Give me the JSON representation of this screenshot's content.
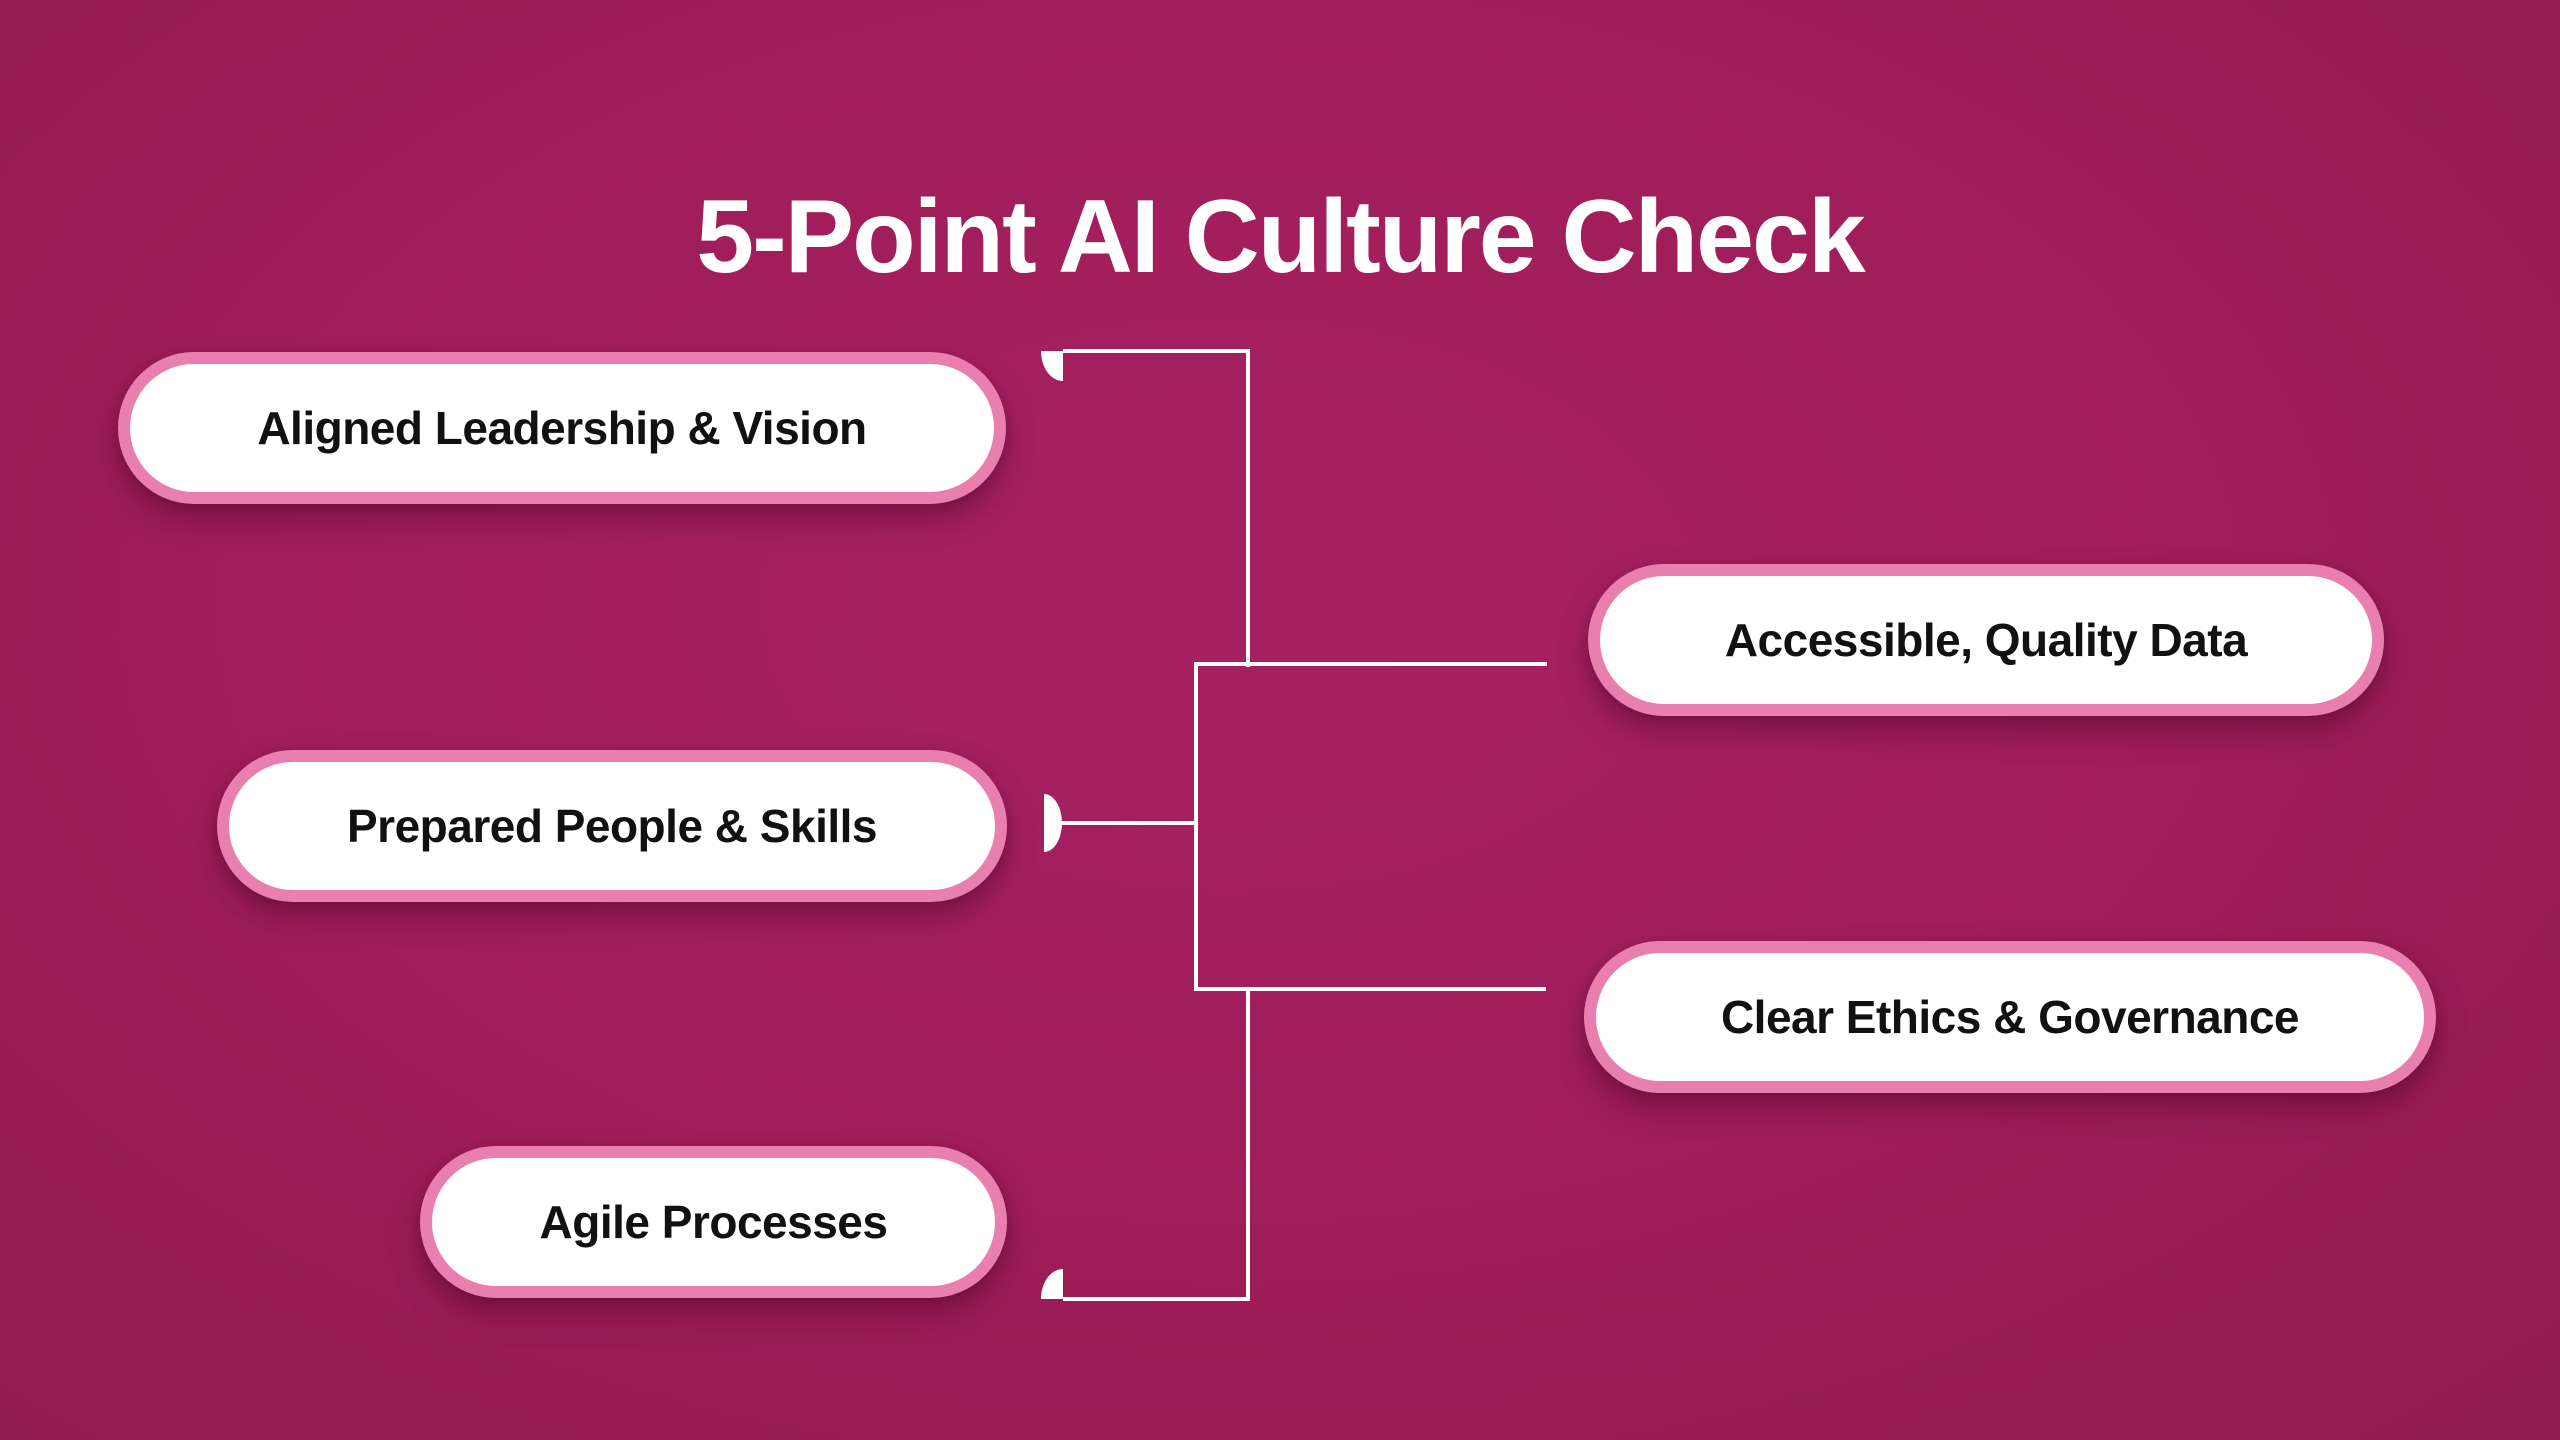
{
  "title": "5-Point AI Culture Check",
  "diagram": {
    "type": "mindmap",
    "nodes": [
      {
        "id": "aligned-leadership-vision",
        "label": "Aligned Leadership & Vision",
        "side": "left",
        "row": "top"
      },
      {
        "id": "prepared-people-skills",
        "label": "Prepared People & Skills",
        "side": "left",
        "row": "middle"
      },
      {
        "id": "agile-processes",
        "label": "Agile Processes",
        "side": "left",
        "row": "bottom"
      },
      {
        "id": "accessible-quality-data",
        "label": "Accessible, Quality Data",
        "side": "right",
        "row": "upper"
      },
      {
        "id": "clear-ethics-governance",
        "label": "Clear Ethics & Governance",
        "side": "right",
        "row": "lower"
      }
    ]
  },
  "colors": {
    "background": "#9f1d59",
    "background_light": "#a62161",
    "background_dark": "#931a50",
    "node_fill": "#ffffff",
    "node_border": "#e87fae",
    "node_text": "#111111",
    "connector": "#ffffff",
    "title_text": "#ffffff"
  }
}
